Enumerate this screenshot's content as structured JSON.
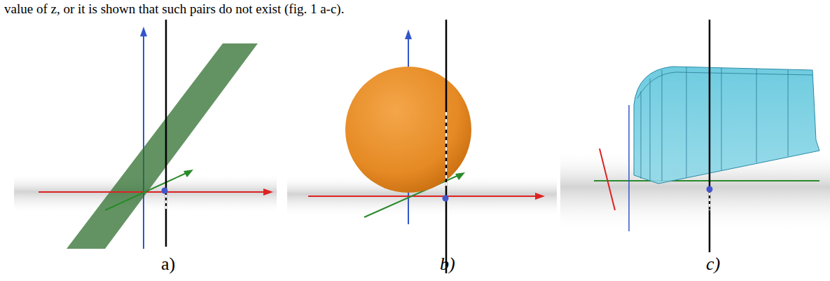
{
  "diagram": {
    "labels": [
      "value of z, or it is shown that such pairs do not exist (fig. 1 a-c).",
      "a)",
      "b)",
      "c)"
    ]
  }
}
